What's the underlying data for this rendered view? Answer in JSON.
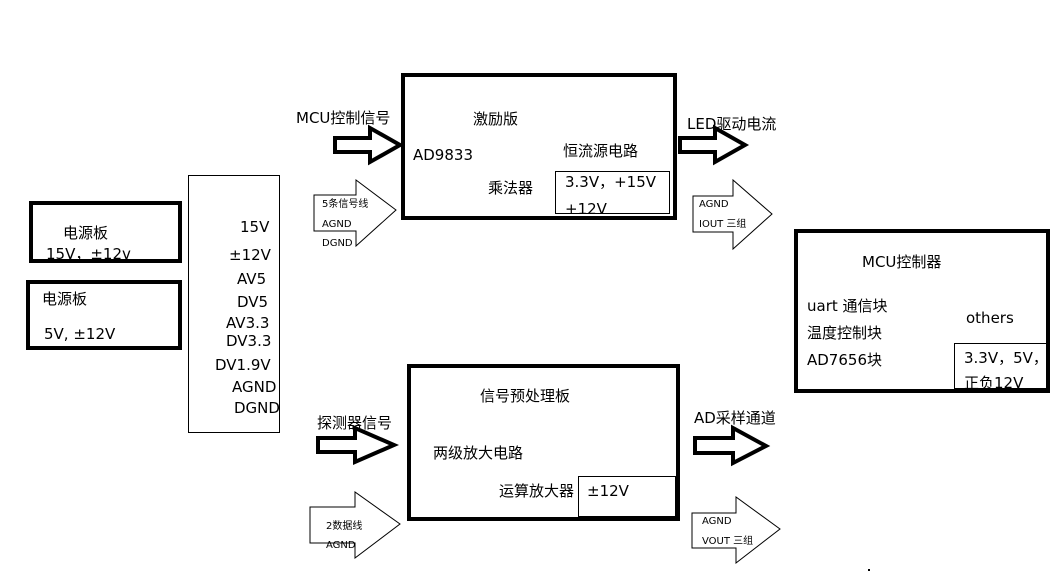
{
  "left_boards": {
    "board1": {
      "title": "电源板",
      "voltage": "15V，±12v"
    },
    "board2": {
      "title": "电源板",
      "voltage": "5V, ±12V"
    }
  },
  "rails": {
    "items": [
      "15V",
      "±12V",
      "AV5",
      "DV5",
      "AV3.3",
      "DV3.3",
      "DV1.9V",
      "AGND",
      "DGND"
    ]
  },
  "excitation": {
    "title": "激励版",
    "ad9833": "AD9833",
    "constant_current": "恒流源电路",
    "multiplier": "乘法器",
    "supply_line1": "3.3V，+15V",
    "supply_line2": "+12V"
  },
  "signal_board": {
    "title": "信号预处理板",
    "two_stage_amp": "两级放大电路",
    "op_amp": "运算放大器",
    "supply": "±12V"
  },
  "mcu": {
    "title": "MCU控制器",
    "uart": "uart 通信块",
    "temp": "温度控制块",
    "ad7656": "AD7656块",
    "others": "others",
    "supply_line1": "3.3V，5V，",
    "supply_line2": "正负12V"
  },
  "labels": {
    "mcu_control": "MCU控制信号",
    "five_signal": "5条信号线",
    "agnd_a": "AGND",
    "dgnd_a": "DGND",
    "led_drive": "LED驱动电流",
    "agnd_b": "AGND",
    "iout": "IOUT  三组",
    "detector": "探测器信号",
    "two_data": "2数据线",
    "agnd_c": "AGND",
    "ad_channel": "AD采样通道",
    "agnd_d": "AGND",
    "vout": "VOUT  三组"
  }
}
